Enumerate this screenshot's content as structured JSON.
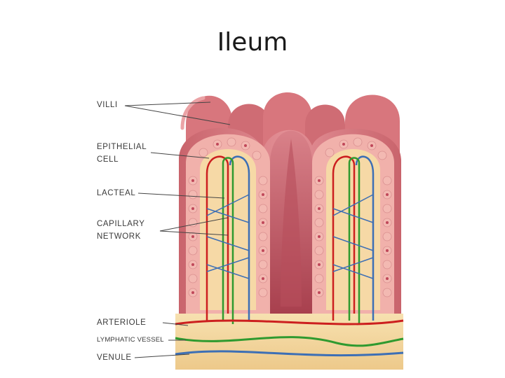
{
  "slide": {
    "title": "Ileum"
  },
  "diagram": {
    "labels": {
      "villi": "VILLI",
      "epithelial_1": "EPITHELIAL",
      "epithelial_2": "CELL",
      "lacteal": "LACTEAL",
      "capillary_1": "CAPILLARY",
      "capillary_2": "NETWORK",
      "arteriole": "ARTERIOLE",
      "lymphatic": "LYMPHATIC VESSEL",
      "venule": "VENULE"
    },
    "colors": {
      "villus_tissue": "#d9787e",
      "villus_highlight": "#eba3a6",
      "epithelial_cell": "#f2b6b0",
      "cell_nucleus": "#c0485a",
      "lamina": "#f5dca8",
      "artery": "#cc1f1f",
      "vein": "#3d6fb5",
      "lymphatic": "#2f9a2f"
    }
  }
}
